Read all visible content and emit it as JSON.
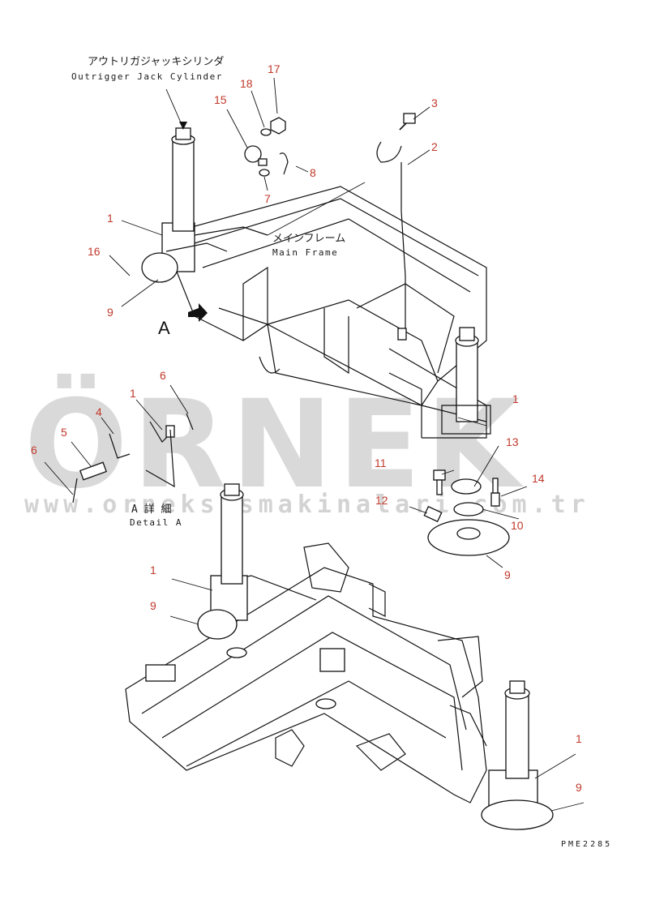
{
  "labels": {
    "jack_cylinder_jp": "アウトリガジャッキシリンダ",
    "jack_cylinder_en": "Outrigger Jack Cylinder",
    "main_frame_jp": "メインフレーム",
    "main_frame_en": "Main Frame",
    "detail_jp": "A 詳 細",
    "detail_en": "Detail A",
    "view_letter": "A",
    "drawing_code": "PME2285"
  },
  "callouts": {
    "c17": "17",
    "c18": "18",
    "c15": "15",
    "c3": "3",
    "c2": "2",
    "c8": "8",
    "c7": "7",
    "c1_top": "1",
    "c16": "16",
    "c9_top": "9",
    "c6_a": "6",
    "c1_a": "1",
    "c4": "4",
    "c5": "5",
    "c6_b": "6",
    "c1_right": "1",
    "c13": "13",
    "c11": "11",
    "c14": "14",
    "c12": "12",
    "c10": "10",
    "c9_right": "9",
    "c1_lower": "1",
    "c9_lower": "9",
    "c1_br": "1",
    "c9_br": "9"
  },
  "watermark": {
    "brand": "ÖRNEK",
    "url": "www.orneksismakinalari.com.tr",
    "accent_color": "#f2c94c"
  },
  "colors": {
    "callout": "#c0392b",
    "line": "#111111"
  }
}
